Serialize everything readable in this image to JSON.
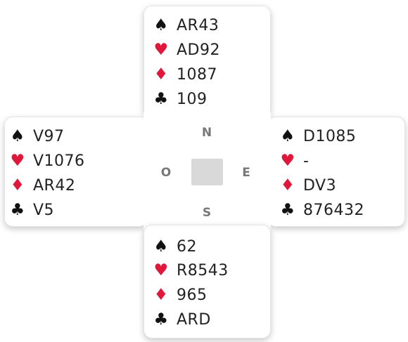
{
  "hands": {
    "north": {
      "spades": "AR43",
      "hearts": "AD92",
      "diamonds": "1087",
      "clubs": "109"
    },
    "west": {
      "spades": "V97",
      "hearts": "V1076",
      "diamonds": "AR42",
      "clubs": "V5"
    },
    "east": {
      "spades": "D1085",
      "hearts": "-",
      "diamonds": "DV3",
      "clubs": "876432"
    },
    "south": {
      "spades": "62",
      "hearts": "R8543",
      "diamonds": "965",
      "clubs": "ARD"
    }
  },
  "compass": {
    "n": "N",
    "s": "S",
    "e": "E",
    "w": "O"
  },
  "colors": {
    "red_suit": "#e0173a",
    "black_suit": "#111111",
    "table": "#d9d9d9"
  }
}
